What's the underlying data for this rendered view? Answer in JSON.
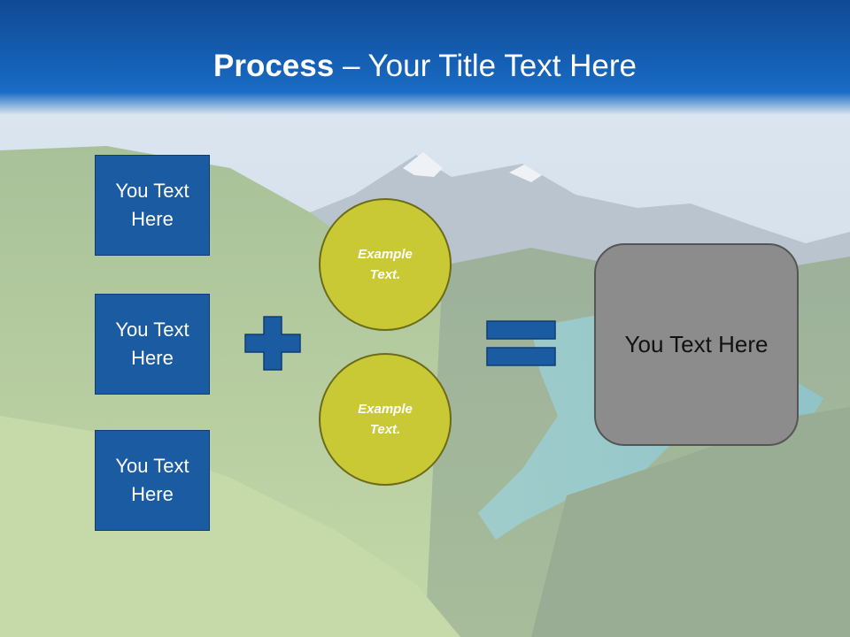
{
  "title": {
    "bold": "Process",
    "rest": " – Your Title Text Here"
  },
  "left_boxes": [
    "You Text Here",
    "You Text Here",
    "You Text Here"
  ],
  "circles": [
    "Example Text.",
    "Example Text."
  ],
  "result": "You Text Here",
  "colors": {
    "title_bar": "#1560b5",
    "box_fill": "#1b5ba2",
    "circle_fill": "#c9c935",
    "result_fill": "#8c8c8c"
  },
  "icons": [
    "plus-icon",
    "equals-icon"
  ]
}
